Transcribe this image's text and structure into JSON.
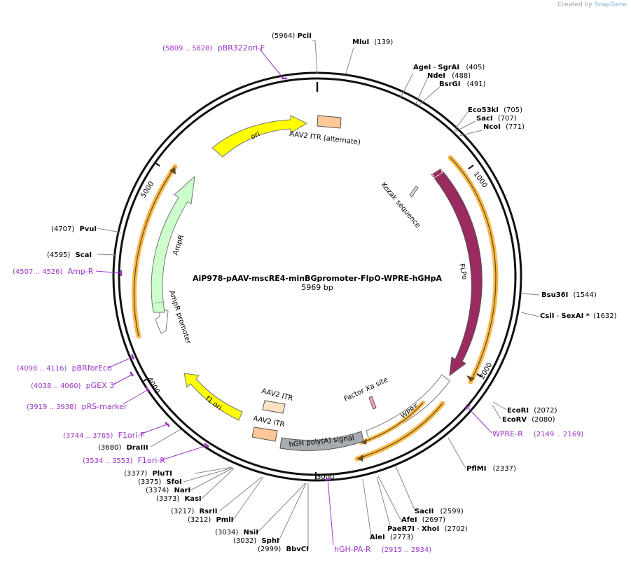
{
  "credit": {
    "prefix": "Created by",
    "brand": "SnapGene"
  },
  "plasmid": {
    "name": "AiP978-pAAV-mscRE4-minBGpromoter-FlpO-WPRE-hGHpA",
    "size": "5969 bp"
  },
  "ticks": [
    "1000",
    "2000",
    "3000",
    "4000",
    "5000"
  ],
  "features": {
    "ori": "ori",
    "aav2_itr_alt": "AAV2 ITR (alternate)",
    "kozak": "Kozak sequence",
    "flpo": "FLPo",
    "factor_xa": "Factor Xa site",
    "wpre": "WPRE",
    "hgh": "hGH poly(A) signal",
    "aav2_itr_1": "AAV2 ITR",
    "aav2_itr_2": "AAV2 ITR",
    "f1ori": "f1 ori",
    "ampr_promoter": "AmpR promoter",
    "ampr": "AmpR"
  },
  "sites": {
    "pcil": {
      "name": "PciI",
      "pos": "(5964)"
    },
    "mlui": {
      "name": "MluI",
      "pos": "(139)"
    },
    "agei": {
      "name": "AgeI",
      "sep": " - ",
      "name2": "SgrAI",
      "pos": "(405)"
    },
    "ndei": {
      "name": "NdeI",
      "pos": "(488)"
    },
    "bsrgi": {
      "name": "BsrGI",
      "pos": "(491)"
    },
    "eco53ki": {
      "name": "Eco53kI",
      "pos": "(705)"
    },
    "saci": {
      "name": "SacI",
      "pos": "(707)"
    },
    "ncoi": {
      "name": "NcoI",
      "pos": "(771)"
    },
    "bsu36i": {
      "name": "Bsu36I",
      "pos": "(1544)"
    },
    "csii": {
      "name": "CsiI",
      "sep": " - ",
      "name2": "SexAI *",
      "pos": "(1632)"
    },
    "ecori": {
      "name": "EcoRI",
      "pos": "(2072)"
    },
    "ecorv": {
      "name": "EcoRV",
      "pos": "(2080)"
    },
    "pflmi": {
      "name": "PflMI",
      "pos": "(2337)"
    },
    "sacii": {
      "name": "SacII",
      "pos": "(2599)"
    },
    "afei": {
      "name": "AfeI",
      "pos": "(2697)"
    },
    "paer7i": {
      "name": "PaeR7I",
      "sep": " - ",
      "name2": "XhoI",
      "pos": "(2702)"
    },
    "alei": {
      "name": "AleI",
      "pos": "(2773)"
    },
    "bbvci": {
      "name": "BbvCI",
      "pos": "(2999)"
    },
    "sphi": {
      "name": "SphI",
      "pos": "(3032)"
    },
    "nsii": {
      "name": "NsiI",
      "pos": "(3034)"
    },
    "pmli": {
      "name": "PmlI",
      "pos": "(3212)"
    },
    "rsrii": {
      "name": "RsrII",
      "pos": "(3217)"
    },
    "kasi": {
      "name": "KasI",
      "pos": "(3373)"
    },
    "nari": {
      "name": "NarI",
      "pos": "(3374)"
    },
    "sfoi": {
      "name": "SfoI",
      "pos": "(3375)"
    },
    "pluti": {
      "name": "PluTI",
      "pos": "(3377)"
    },
    "draiii": {
      "name": "DraIII",
      "pos": "(3680)"
    },
    "scai": {
      "name": "ScaI",
      "pos": "(4595)"
    },
    "pvui": {
      "name": "PvuI",
      "pos": "(4707)"
    }
  },
  "primers": {
    "pbr322ori_f": {
      "name": "pBR322ori-F",
      "range": "(5809 .. 5828)"
    },
    "amp_r": {
      "name": "Amp-R",
      "range": "(4507 .. 4526)"
    },
    "pbrforeco": {
      "name": "pBRforEco",
      "range": "(4098 .. 4116)"
    },
    "pgex3": {
      "name": "pGEX 3'",
      "range": "(4038 .. 4060)"
    },
    "prs_marker": {
      "name": "pRS-marker",
      "range": "(3919 .. 3938)"
    },
    "f1ori_f": {
      "name": "F1ori-F",
      "range": "(3744 .. 3765)"
    },
    "f1ori_r": {
      "name": "F1ori-R",
      "range": "(3534 .. 3553)"
    },
    "wpre_r": {
      "name": "WPRE-R",
      "range": "(2149 .. 2169)"
    },
    "hgh_pa_r": {
      "name": "hGH-PA-R",
      "range": "(2915 .. 2934)"
    }
  },
  "colors": {
    "ori": "#ffff00",
    "itr": "#ffc896",
    "itr_light": "#ffe2c4",
    "flpo": "#9a2a60",
    "ampr": "#ccffcc",
    "orf": "#f7b94a",
    "hgh": "#a8acb0",
    "primer": "#9b34c8"
  }
}
